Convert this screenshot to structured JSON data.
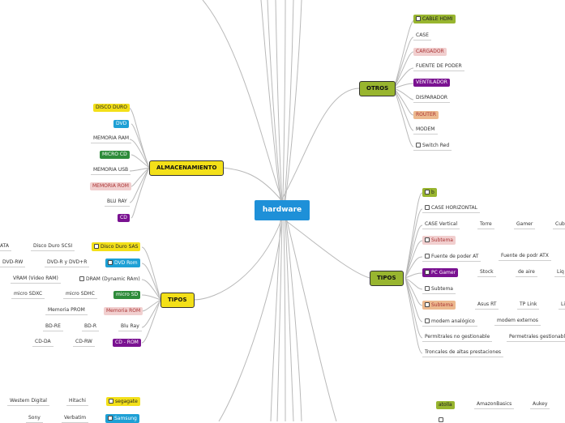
{
  "root": "hardware",
  "colors": {
    "link": "#b9b9b9",
    "root": "#1e90d8"
  },
  "checkbox_icon": "checkbox-icon",
  "otros": {
    "label": "OTROS",
    "items": [
      "CABLE HDMI",
      "CASE",
      "CARGADOR",
      "FUENTE DE PODER",
      "VENTILADOR",
      "DISPARADOR",
      "ROUTER",
      "MODEM",
      "Switch Red"
    ]
  },
  "almacenamiento": {
    "label": "ALMACENAMIENTO",
    "items": [
      "DISCO DURO",
      "DVD",
      "MEMORIA RAM",
      "MICRO CD",
      "MEMORIA USB",
      "MEMORIA ROM",
      "BLU RAY",
      "CD"
    ]
  },
  "tipos_left": {
    "label": "TIPOS",
    "rows": [
      {
        "tag": "Disco Duro SAS",
        "items": [
          "Disco Duro SCSI",
          "ATA"
        ]
      },
      {
        "tag": "DVD Rom",
        "items": [
          "DVD-R y DVD+R",
          "DVD-RW"
        ]
      },
      {
        "tag": "DRAM (Dynamic RAm)",
        "items": [
          "VRAM (Video RAM)"
        ]
      },
      {
        "tag": "micro SD",
        "items": [
          "micro SDHC",
          "micro SDXC"
        ]
      },
      {
        "tag": "Memoria ROM",
        "items": [
          "Memoria PROM"
        ]
      },
      {
        "tag": "Blu Ray",
        "items": [
          "BD-R",
          "BD-RE"
        ]
      },
      {
        "tag": "CD - ROM",
        "items": [
          "CD-RW",
          "CD-DA"
        ]
      }
    ]
  },
  "tipos_right": {
    "label": "TIPOS",
    "rows": [
      {
        "tag": "b",
        "items": []
      },
      {
        "tag": "CASE HORIZONTAL",
        "items": []
      },
      {
        "tag": "CASE Vertical",
        "items": [
          "Torre",
          "Gamer",
          "Cub"
        ]
      },
      {
        "tag": "Subtema",
        "items": []
      },
      {
        "tag": "Fuente de poder AT",
        "items": [
          "Fuente de podr ATX"
        ]
      },
      {
        "tag": "PC Gamer",
        "items": [
          "Stock",
          "de aire",
          "Liq"
        ]
      },
      {
        "tag": "Subtema",
        "items": []
      },
      {
        "tag": "Subtema",
        "items": [
          "Asus RT",
          "TP Link",
          "Li"
        ]
      },
      {
        "tag": "modem analógico",
        "items": [
          "modem externos"
        ]
      },
      {
        "tag": "Permitrales no gestionable",
        "items": [
          "Permetrales gestionables"
        ]
      },
      {
        "tag": "Troncales de altas prestaciones",
        "items": []
      }
    ]
  },
  "bottom_left": {
    "rows": [
      {
        "tag": "segagate",
        "items": [
          "Hitachi",
          "Western Digital"
        ]
      },
      {
        "tag": "Samsung",
        "items": [
          "Verbatim",
          "Sony"
        ]
      }
    ]
  },
  "bottom_right": {
    "rows": [
      {
        "tag": "atolla",
        "items": [
          "AmazonBasics",
          "Aukey"
        ]
      }
    ]
  }
}
